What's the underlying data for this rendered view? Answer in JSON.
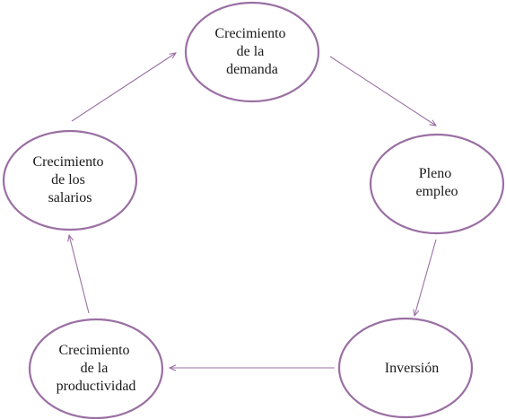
{
  "diagram": {
    "colors": {
      "node_border": "#9a6fa3",
      "arrow": "#9a6fa3",
      "text": "#1a1a1a"
    },
    "nodes": [
      {
        "id": "demanda",
        "lines": [
          "Crecimiento",
          "de la",
          "demanda"
        ]
      },
      {
        "id": "empleo",
        "lines": [
          "Pleno",
          "empleo"
        ]
      },
      {
        "id": "inversion",
        "lines": [
          "Inversión"
        ]
      },
      {
        "id": "productividad",
        "lines": [
          "Crecimiento",
          "de la",
          "productividad"
        ]
      },
      {
        "id": "salarios",
        "lines": [
          "Crecimiento",
          "de los",
          "salarios"
        ]
      }
    ],
    "edges": [
      {
        "from": "demanda",
        "to": "empleo"
      },
      {
        "from": "empleo",
        "to": "inversion"
      },
      {
        "from": "inversion",
        "to": "productividad"
      },
      {
        "from": "productividad",
        "to": "salarios"
      },
      {
        "from": "salarios",
        "to": "demanda"
      }
    ]
  }
}
